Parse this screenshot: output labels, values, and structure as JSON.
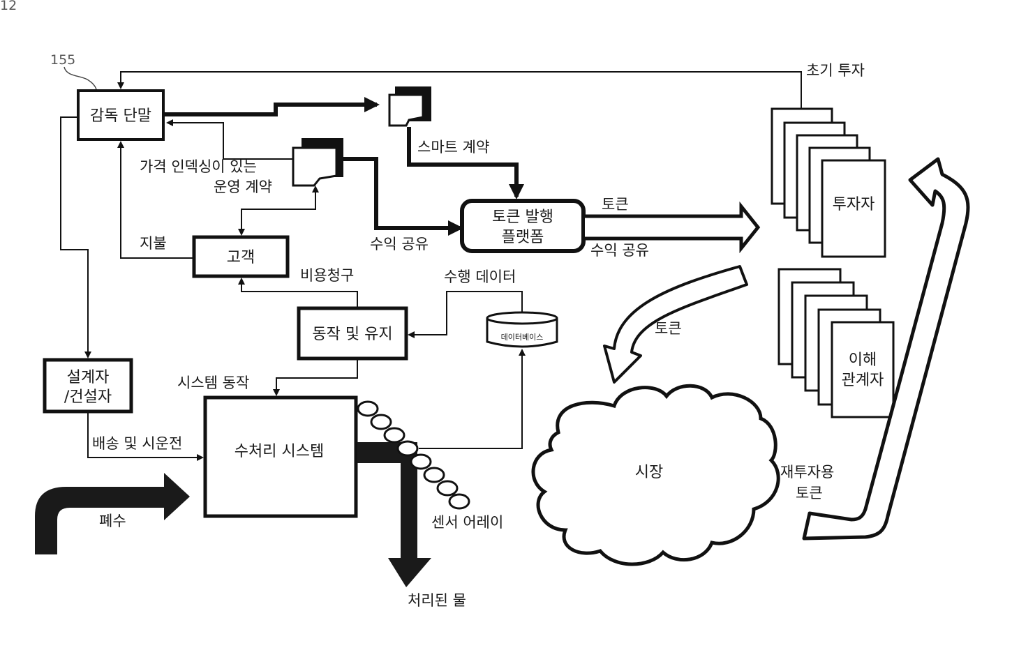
{
  "figure": {
    "figure_number_fragment": "12",
    "reference_numeral": "155"
  },
  "nodes": {
    "supervisory_terminal": "감독 단말",
    "smart_contract_doc": "스마트 계약",
    "operating_contract_doc": [
      "가격 인덱싱이 있는",
      "운영 계약"
    ],
    "token_platform": [
      "토큰 발행",
      "플랫폼"
    ],
    "customer": "고객",
    "operation_maintenance": "동작 및 유지",
    "database": "데이터베이스",
    "designer_builder": [
      "설계자",
      "/건설자"
    ],
    "water_treatment_system": "수처리 시스템",
    "investors": "투자자",
    "stakeholders": [
      "이해",
      "관계자"
    ],
    "market": "시장"
  },
  "edge_labels": {
    "initial_investment": "초기 투자",
    "smart_contract": "스마트 계약",
    "revenue_share_in": "수익 공유",
    "token_out": "토큰",
    "revenue_share_out": "수익 공유",
    "payment": "지불",
    "billing": "비용청구",
    "performance_data": "수행 데이터",
    "system_operation": "시스템 동작",
    "delivery_commissioning": "배송 및 시운전",
    "wastewater": "폐수",
    "sensor_array": "센서 어레이",
    "treated_water": "처리된 물",
    "token_to_market": "토큰",
    "reinvestment_token": [
      "재투자용",
      "토큰"
    ]
  }
}
